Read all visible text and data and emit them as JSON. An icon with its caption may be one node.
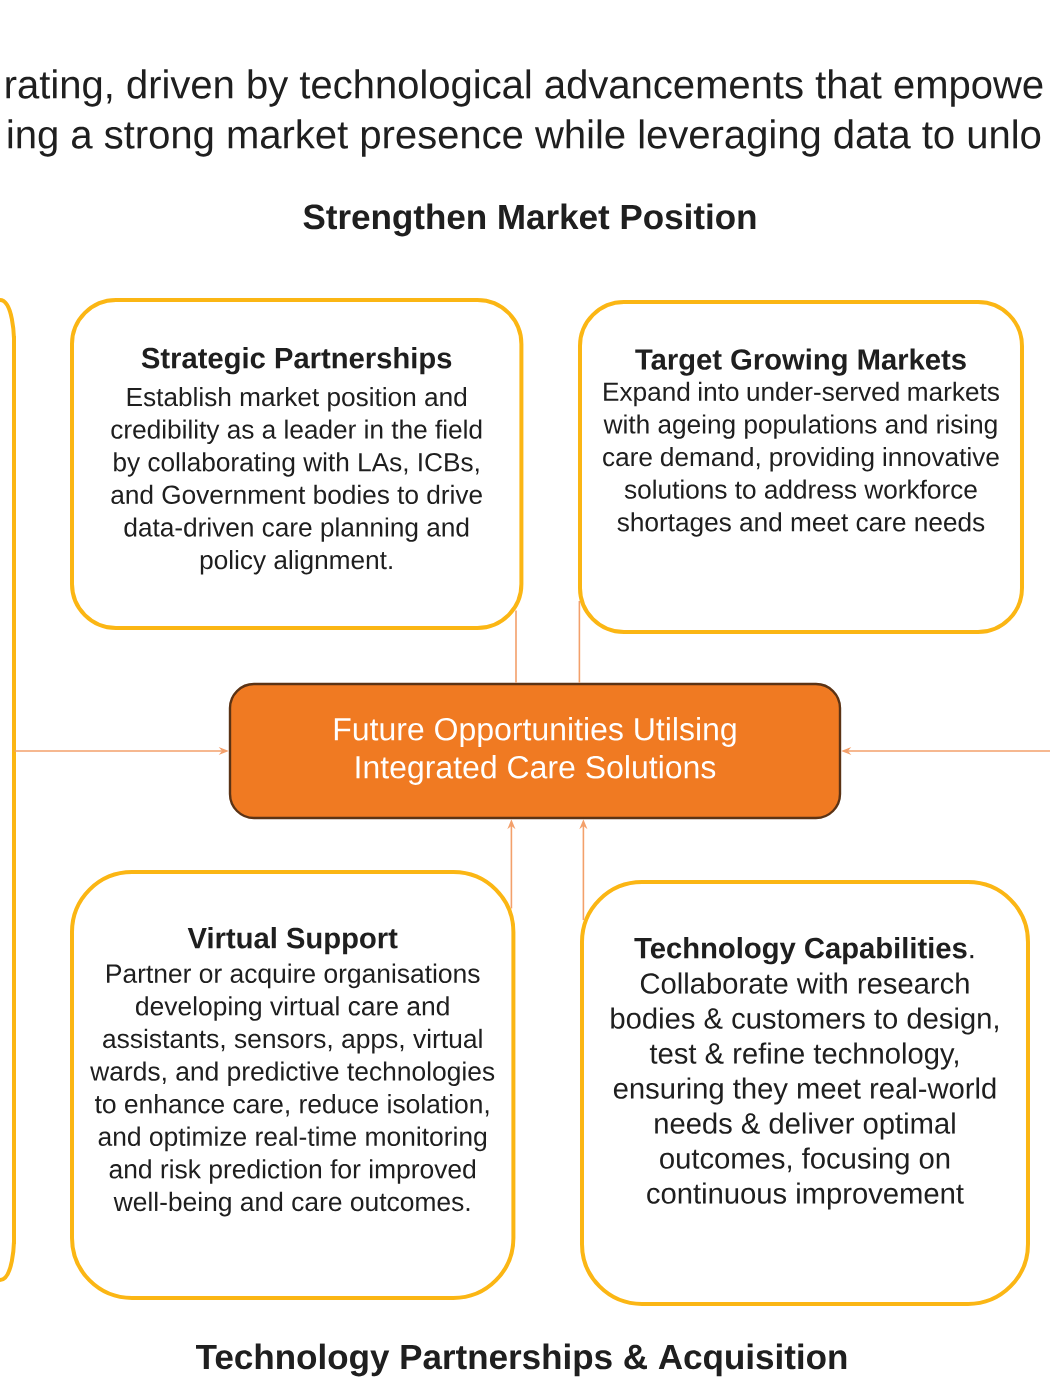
{
  "diagram": {
    "nodes": [
      {
        "text": [],
        "shape": "box"
      },
      {
        "text": [
          "Strategic Partnerships",
          "Establish market position and credibility as a leader in the field by collaborating with LAs, ICBs, and Government bodies to drive data-driven care planning and policy alignment."
        ]
      },
      {
        "text": [
          "Target Growing Markets",
          "Expand into under-served markets with ageing populations and rising care demand, providing innovative solutions to address workforce shortages and meet care needs"
        ]
      },
      {
        "text": [
          "Future Opportunities Utilsing Integrated Care Solutions"
        ]
      },
      {
        "text": [
          "Virtual Support",
          "Partner or acquire organisations developing virtual care and assistants, sensors, apps, virtual wards, and predictive technologies to enhance care, reduce isolation, and optimize real-time monitoring and risk prediction for improved well-being and care outcomes."
        ]
      },
      {
        "text": [
          "**Technology Capabilities**.",
          "Collaborate with research bodies & customers to design, test & refine technology, ensuring they meet real-world needs & deliver optimal outcomes, focusing on continuous improvement"
        ]
      }
    ],
    "edges": [
      {
        "from": 1,
        "to": 3,
        "arrow": "none"
      },
      {
        "from": 2,
        "to": 3,
        "arrow": "none"
      },
      {
        "from": 0,
        "to": 3,
        "arrow": "to"
      },
      {
        "from": null,
        "to": 3,
        "arrow": "to"
      },
      {
        "from": 4,
        "to": 3,
        "arrow": "to"
      },
      {
        "from": 5,
        "to": 3,
        "arrow": "to"
      }
    ],
    "labels": [
      "rating, driven by technological advancements that empowe",
      "ing a strong market presence while leveraging data to unlo",
      "Strengthen Market Position",
      "Technology Partnerships & Acquisition"
    ]
  }
}
